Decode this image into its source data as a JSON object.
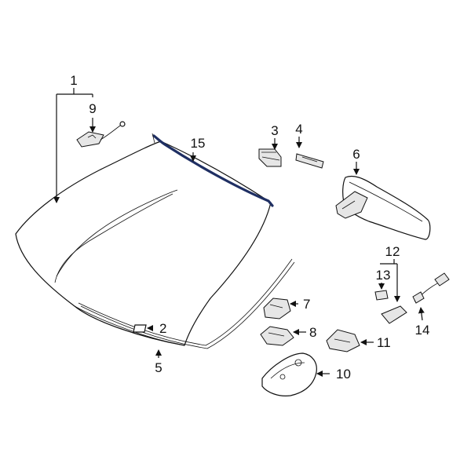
{
  "callouts": [
    {
      "id": "1",
      "label": "1"
    },
    {
      "id": "2",
      "label": "2"
    },
    {
      "id": "3",
      "label": "3"
    },
    {
      "id": "4",
      "label": "4"
    },
    {
      "id": "5",
      "label": "5"
    },
    {
      "id": "6",
      "label": "6"
    },
    {
      "id": "7",
      "label": "7"
    },
    {
      "id": "8",
      "label": "8"
    },
    {
      "id": "9",
      "label": "9"
    },
    {
      "id": "10",
      "label": "10"
    },
    {
      "id": "11",
      "label": "11"
    },
    {
      "id": "12",
      "label": "12"
    },
    {
      "id": "13",
      "label": "13"
    },
    {
      "id": "14",
      "label": "14"
    },
    {
      "id": "15",
      "label": "15"
    }
  ],
  "colors": {
    "highlight": "#1f2f63",
    "line": "#111111",
    "background": "#ffffff"
  }
}
